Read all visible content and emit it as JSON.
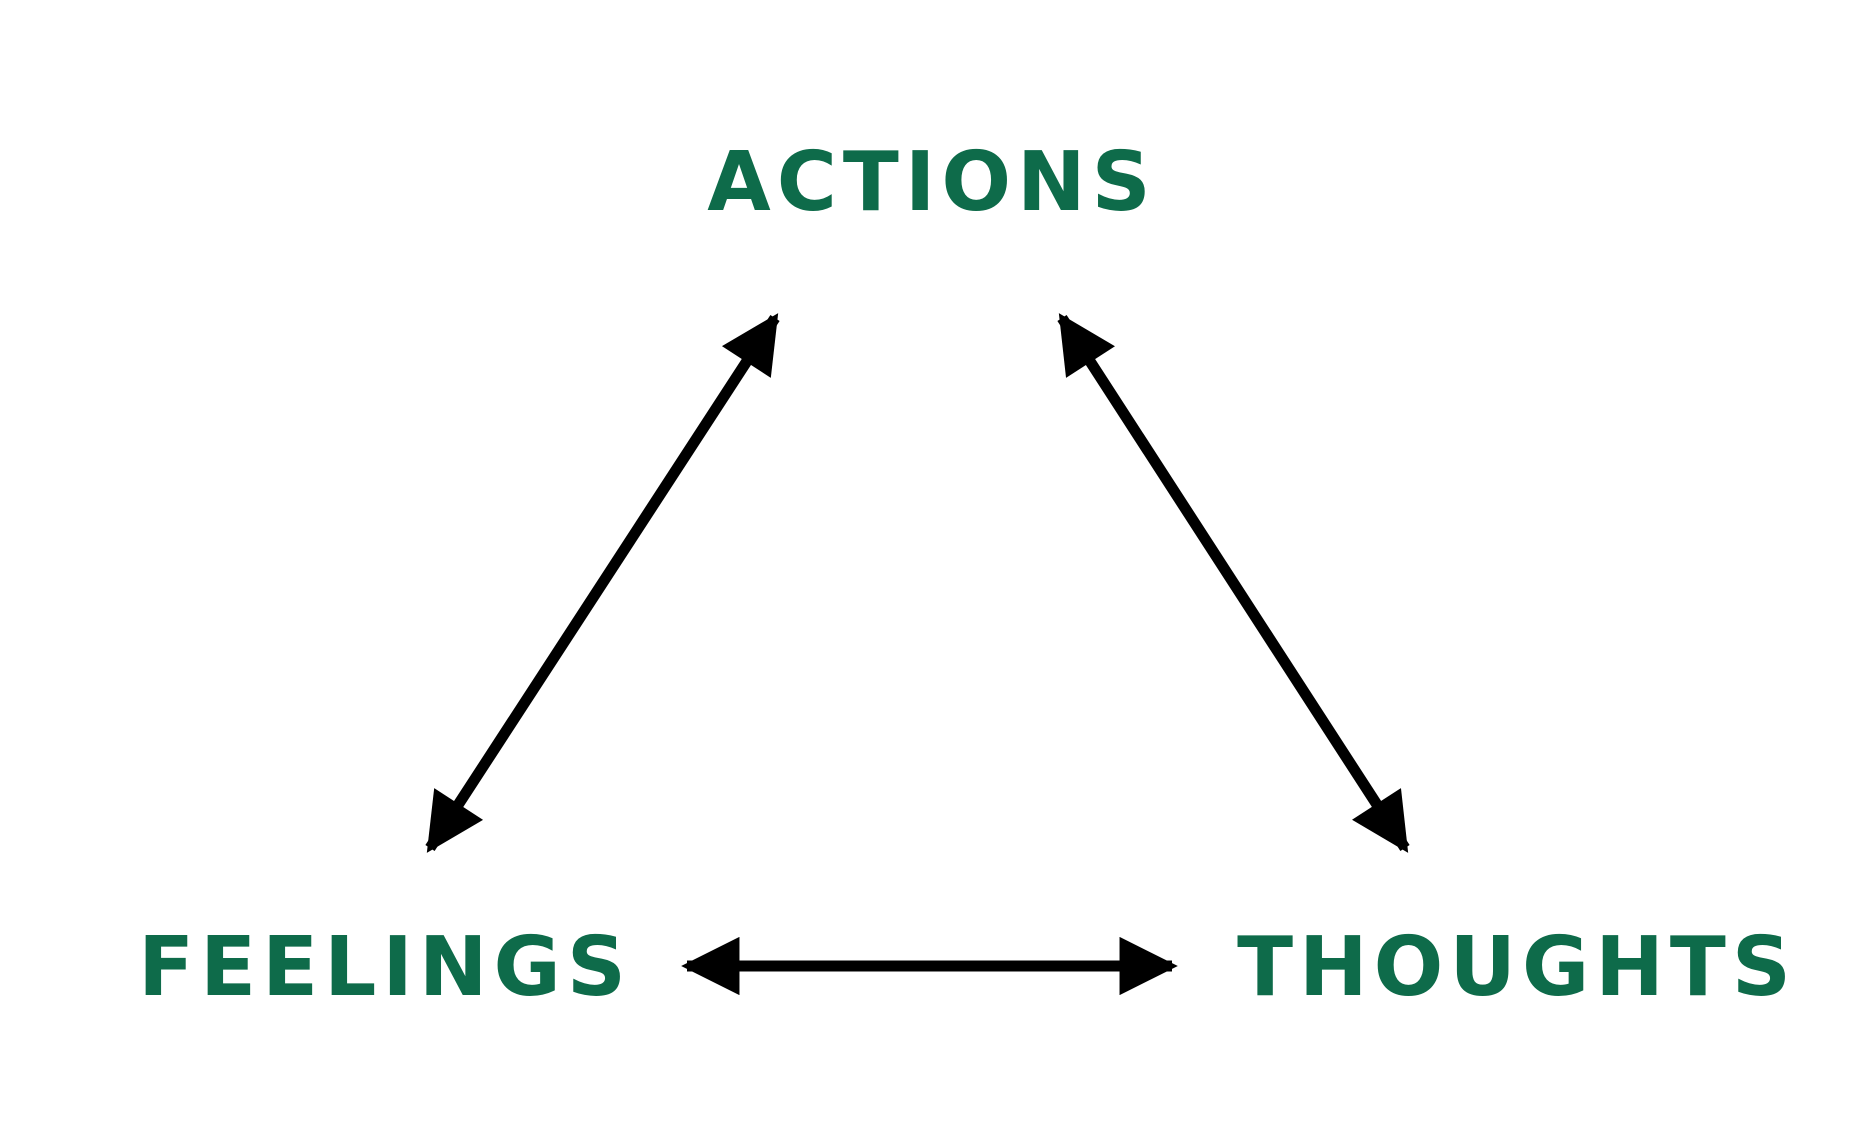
{
  "nodes": {
    "actions": "ACTIONS",
    "feelings": "FEELINGS",
    "thoughts": "THOUGHTS"
  },
  "colors": {
    "label": "#0e6b4a",
    "arrow": "#000000",
    "background": "#ffffff"
  },
  "edges": [
    {
      "from": "actions",
      "to": "feelings",
      "direction": "bidirectional"
    },
    {
      "from": "actions",
      "to": "thoughts",
      "direction": "bidirectional"
    },
    {
      "from": "feelings",
      "to": "thoughts",
      "direction": "bidirectional"
    }
  ]
}
